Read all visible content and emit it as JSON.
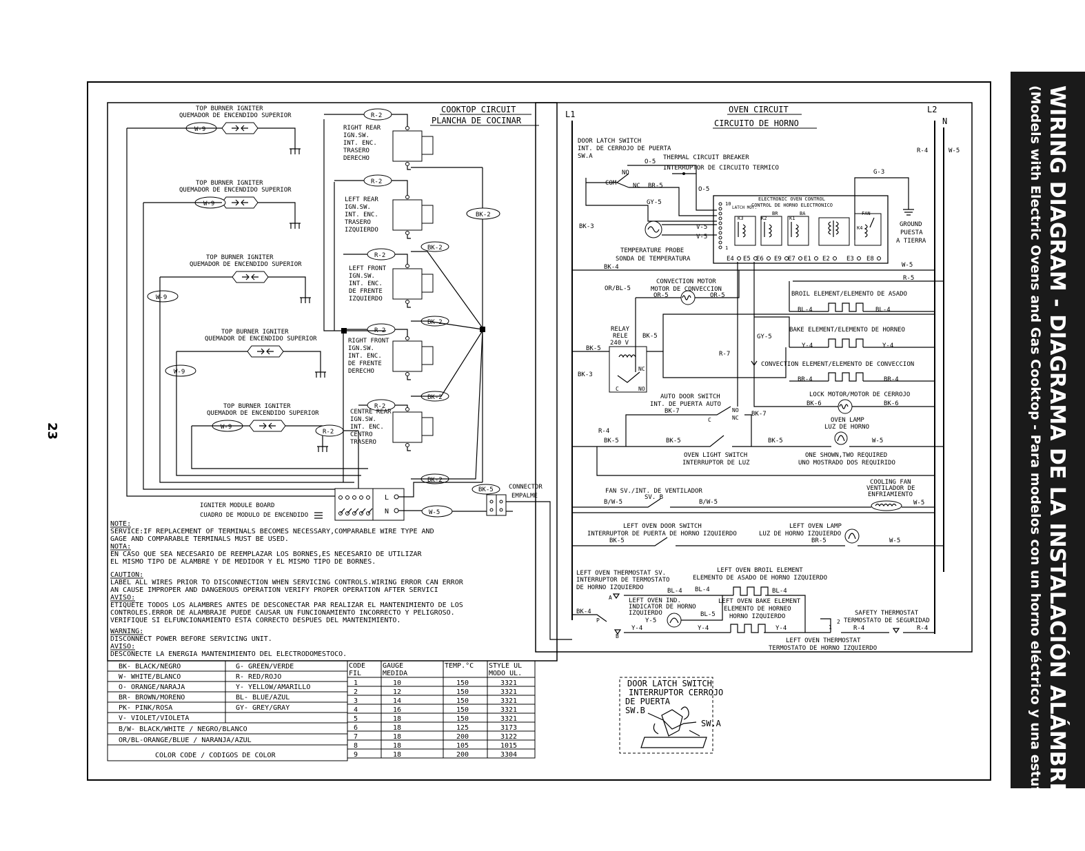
{
  "page_number": "23",
  "side_title": "WIRING DIAGRAM - DIAGRAMA DE LA INSTALACIÓN ALÁMBRICA",
  "side_subtitle": "(Models with Electric Ovens and Gas Cooktop - Para modelos con un horno eléctrico y una estufa a gas)",
  "cooktop": {
    "title": "COOKTOP CIRCUIT",
    "title_es": "PLANCHA DE COCINAR",
    "igniter_label": "TOP BURNER IGNITER",
    "igniter_label_es": "QUEMADOR DE ENCENDIDO SUPERIOR",
    "igniter_wire": "W-9",
    "switch_wire": "R-2",
    "bus_wire": "BK-2",
    "switches": [
      [
        "RIGHT REAR",
        "IGN.SW.",
        "INT. ENC.",
        "TRASERO",
        "DERECHO"
      ],
      [
        "LEFT REAR",
        "IGN.SW.",
        "INT. ENC.",
        "TRASERO",
        "IZQUIERDO"
      ],
      [
        "LEFT FRONT",
        "IGN.SW.",
        "INT. ENC.",
        "DE FRENTE",
        "IZQUIERDO"
      ],
      [
        "RIGHT FRONT",
        "IGN.SW.",
        "INT. ENC.",
        "DE FRENTE",
        "DERECHO"
      ],
      [
        "CENTRE REAR",
        "IGN.SW.",
        "INT. ENC.",
        "CENTRO",
        "TRASERO"
      ]
    ],
    "module_label": "IGNITER MODULE BOARD",
    "module_label_es": "CUADRO DE MODULO DE ENCENDIDO",
    "terminal_l": "L",
    "terminal_n": "N",
    "neutral_wire": "W-5",
    "connector_wire": "BK-5",
    "connector_label": "CONNECTOR",
    "connector_label_es": "EMPALME"
  },
  "oven": {
    "title": "OVEN CIRCUIT",
    "title_es": "CIRCUITO DE HORNO",
    "l1": "L1",
    "l2": "L2",
    "n": "N",
    "labels": {
      "door_latch": "DOOR LATCH SWITCH",
      "door_latch_es": "INT. DE CERROJO DE PUERTA",
      "sw_a": "SW.A",
      "breaker": "THERMAL CIRCUIT BREAKER",
      "breaker_es": "INTERRUPTOR DE CIRCUITO TERMICO",
      "no": "NO",
      "com": "COM",
      "nc": "NC",
      "control": "ELECTRONIC OVEN CONTROL",
      "control_es": "CONTROL DE HORNO ELECTRONICO",
      "latch_mot": "LATCH MOT.",
      "k3": "K3",
      "k2": "K2",
      "k1": "K1",
      "br": "BR",
      "ba": "BA",
      "fan": "FAN",
      "k4": "K4",
      "pin10": "10",
      "pin1": "1",
      "ground": "GROUND",
      "ground_es1": "PUESTA",
      "ground_es2": "A TIERRA",
      "probe": "TEMPERATURE PROBE",
      "probe_es": "SONDA DE TEMPERATURA",
      "conv_motor": "CONVECTION MOTOR",
      "conv_motor_es": "MOTOR DE CONVECCION",
      "broil": "BROIL ELEMENT/ELEMENTO DE ASADO",
      "bake": "BAKE ELEMENT/ELEMENTO DE HORNEO",
      "conv_element": "CONVECTION ELEMENT/ELEMENTO DE CONVECCION",
      "relay": "RELAY",
      "relay_es": "RELE",
      "relay_v": "240 V",
      "c": "C",
      "lock_motor": "LOCK MOTOR/MOTOR DE CERROJO",
      "auto_door": "AUTO DOOR SWITCH",
      "auto_door_es": "INT. DE PUERTA AUTO",
      "oven_lamp": "OVEN LAMP",
      "oven_lamp_es": "LUZ DE HORNO",
      "light_switch": "OVEN LIGHT SWITCH",
      "light_switch_es": "INTERRUPTOR DE LUZ",
      "two_req": "ONE SHOWN,TWO REQUIRED",
      "two_req_es": "UNO MOSTRADO DOS REQUIRIDO",
      "fan_sw": "FAN SV./INT. DE VENTILADOR",
      "sw_b": "SV. B",
      "cooling_fan": "COOLING FAN",
      "cooling_fan_es1": "VENTILADOR DE",
      "cooling_fan_es2": "ENFRIAMIENTO",
      "left_door": "LEFT OVEN DOOR SWITCH",
      "left_door_es": "INTERRUPTOR DE PUERTA DE HORNO IZQUIERDO",
      "left_lamp": "LEFT OVEN LAMP",
      "left_lamp_es": "LUZ DE HORNO IZQUIERDO",
      "left_therm_sv": "LEFT OVEN THERMOSTAT SV.",
      "left_therm_sv_es1": "INTERRUPTOR DE TERMOSTATO",
      "left_therm_sv_es2": "DE HORNO IZQUIERDO",
      "left_broil": "LEFT OVEN BROIL ELEMENT",
      "left_broil_es": "ELEMENTO DE ASADO DE HORNO IZQUIERDO",
      "left_ind1": "LEFT OVEN IND.",
      "left_ind2": "INDICATOR DE HORNO",
      "left_ind3": "IZQUIERDO",
      "left_bake": "LEFT OVEN BAKE ELEMENT",
      "left_bake_es1": "ELEMENTO DE HORNEO",
      "left_bake_es2": "HORNO IZQUIERDO",
      "safety": "SAFETY THERMOSTAT",
      "safety_es": "TERMOSTATO DE SEGURIDAD",
      "left_therm": "LEFT OVEN THERMOSTAT",
      "left_therm_es": "TERMOSTATO DE HORNO IZQUIERDO",
      "a": "A",
      "b": "B",
      "p": "P",
      "one": "1",
      "two": "2"
    },
    "wires": {
      "o5": "O-5",
      "br5": "BR-5",
      "gy5": "GY-5",
      "bk3": "BK-3",
      "v5": "V-5",
      "g3": "G-3",
      "r4": "R-4",
      "w5": "W-5",
      "bk4": "BK-4",
      "r5": "R-5",
      "orbl5": "OR/BL-5",
      "or5": "OR-5",
      "bl4": "BL-4",
      "y4": "Y-4",
      "br4": "BR-4",
      "bk5": "BK-5",
      "r7": "R-7",
      "bk6": "BK-6",
      "bk7": "BK-7",
      "bw5": "B/W-5",
      "y5": "Y-5",
      "bl5": "BL-5"
    },
    "terminals": [
      "E4",
      "E5",
      "E6",
      "E9",
      "E7",
      "E1",
      "E2",
      "E3",
      "E8"
    ]
  },
  "notes": [
    "NOTE:",
    "SERVICE:IF REPLACEMENT OF TERMINALS BECOMES NECESSARY,COMPARABLE WIRE TYPE AND",
    "GAGE AND COMPARABLE TERMINALS MUST BE USED.",
    "NOTA:",
    "EN CASO QUE SEA NECESARIO DE REEMPLAZAR LOS BORNES,ES NECESARIO DE UTILIZAR",
    "EL MISMO TIPO DE ALAMBRE Y DE MEDIDOR Y EL MISMO TIPO DE BORNES.",
    "CAUTION:",
    "LABEL ALL WIRES PRIOR TO DISCONNECTION WHEN SERVICING CONTROLS.WIRING ERROR CAN ERROR",
    "AN CAUSE IMPROPER AND DANGEROUS OPERATION VERIFY PROPER OPERATION AFTER SERVICI",
    "AVISO:",
    "ETIQUETE TODOS LOS ALAMBRES ANTES DE DESCONECTAR PAR REALIZAR EL MANTENIMIENTO DE LOS",
    "CONTROLES.ERROR DE ALAMBRAJE PUEDE CAUSAR UN FUNCIONAMIENTO INCORRECTO Y PELIGROSO.",
    "VERIFIQUE SI ELFUNCIONAMIENTO ESTA CORRECTO DESPUES DEL MANTENIMIENTO.",
    "WARNING:",
    "DISCONNECT POWER BEFORE SERVICING UNIT.",
    "AVISO:",
    "DESCONECTE LA ENERGIA MANTENIMIENTO DEL ELECTRODOMESTOCO."
  ],
  "color_code": {
    "rows": [
      [
        "BK- BLACK/NEGRO",
        "G- GREEN/VERDE"
      ],
      [
        "W- WHITE/BLANCO",
        "R- RED/ROJO"
      ],
      [
        "O- ORANGE/NARAJA",
        "Y- YELLOW/AMARILLO"
      ],
      [
        "BR- BROWN/MORENO",
        "BL- BLUE/AZUL"
      ],
      [
        "PK- PINK/ROSA",
        "GY- GREY/GRAY"
      ],
      [
        "V- VIOLET/VIOLETA",
        ""
      ]
    ],
    "wide_rows": [
      "B/W- BLACK/WHITE / NEGRO/BLANCO",
      "OR/BL-ORANGE/BLUE / NARANJA/AZUL"
    ],
    "footer": "COLOR CODE / CODIGOS DE COLOR"
  },
  "gauge_table": {
    "headers": [
      [
        "CODE",
        "FIL"
      ],
      [
        "GAUGE",
        "MEDIDA"
      ],
      [
        "TEMP.°C"
      ],
      [
        "STYLE UL",
        "MODO UL."
      ]
    ],
    "rows": [
      [
        "1",
        "10",
        "150",
        "3321"
      ],
      [
        "2",
        "12",
        "150",
        "3321"
      ],
      [
        "3",
        "14",
        "150",
        "3321"
      ],
      [
        "4",
        "16",
        "150",
        "3321"
      ],
      [
        "5",
        "18",
        "150",
        "3321"
      ],
      [
        "6",
        "18",
        "125",
        "3173"
      ],
      [
        "7",
        "18",
        "200",
        "3122"
      ],
      [
        "8",
        "18",
        "105",
        "1015"
      ],
      [
        "9",
        "18",
        "200",
        "3304"
      ]
    ]
  },
  "latch_box": {
    "lines": [
      "DOOR LATCH SWITCH",
      "INTERRUPTOR CERROJO",
      "DE PUERTA"
    ],
    "sw_b": "SW.B",
    "sw_a": "SW.A"
  }
}
